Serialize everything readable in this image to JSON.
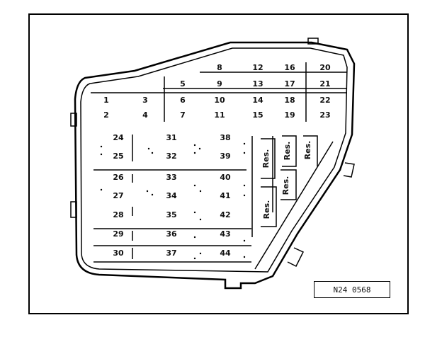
{
  "diagram": {
    "fuse_rows_upper": [
      [
        "",
        "",
        "",
        "8",
        "12",
        "16",
        "20"
      ],
      [
        "",
        "",
        "5",
        "9",
        "13",
        "17",
        "21"
      ],
      [
        "1",
        "3",
        "6",
        "10",
        "14",
        "18",
        "22"
      ],
      [
        "2",
        "4",
        "7",
        "11",
        "15",
        "19",
        "23"
      ]
    ],
    "fuse_columns_lower": [
      [
        "24",
        "25",
        "26",
        "27",
        "28",
        "29",
        "30"
      ],
      [
        "31",
        "32",
        "33",
        "34",
        "35",
        "36",
        "37"
      ],
      [
        "38",
        "39",
        "40",
        "41",
        "42",
        "43",
        "44"
      ]
    ],
    "reserve_labels": [
      "Res.",
      "Res.",
      "Res.",
      "Res.",
      "Res."
    ],
    "reference_code": "N24 0568"
  }
}
